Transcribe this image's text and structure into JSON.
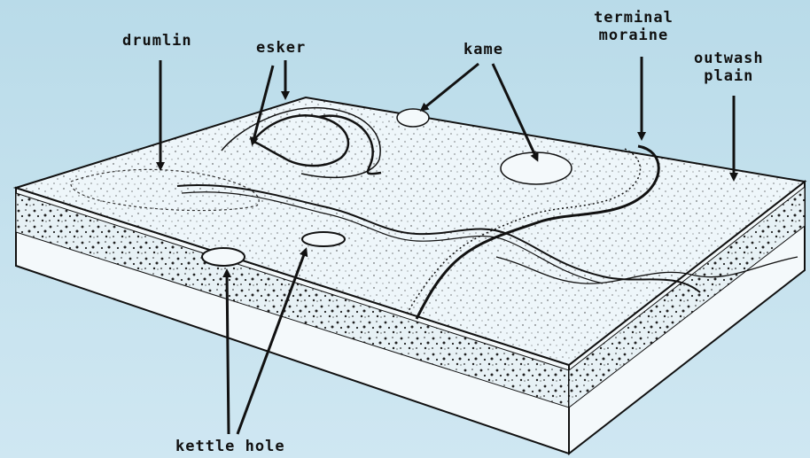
{
  "labels": {
    "drumlin": "drumlin",
    "esker": "esker",
    "kame": "kame",
    "terminal_line1": "terminal",
    "terminal_line2": "moraine",
    "outwash_line1": "outwash",
    "outwash_line2": "plain",
    "kettle_hole": "kettle hole"
  },
  "colors": {
    "background": "#c6e2ee",
    "surface": "#eef6fa",
    "ink": "#111111"
  }
}
